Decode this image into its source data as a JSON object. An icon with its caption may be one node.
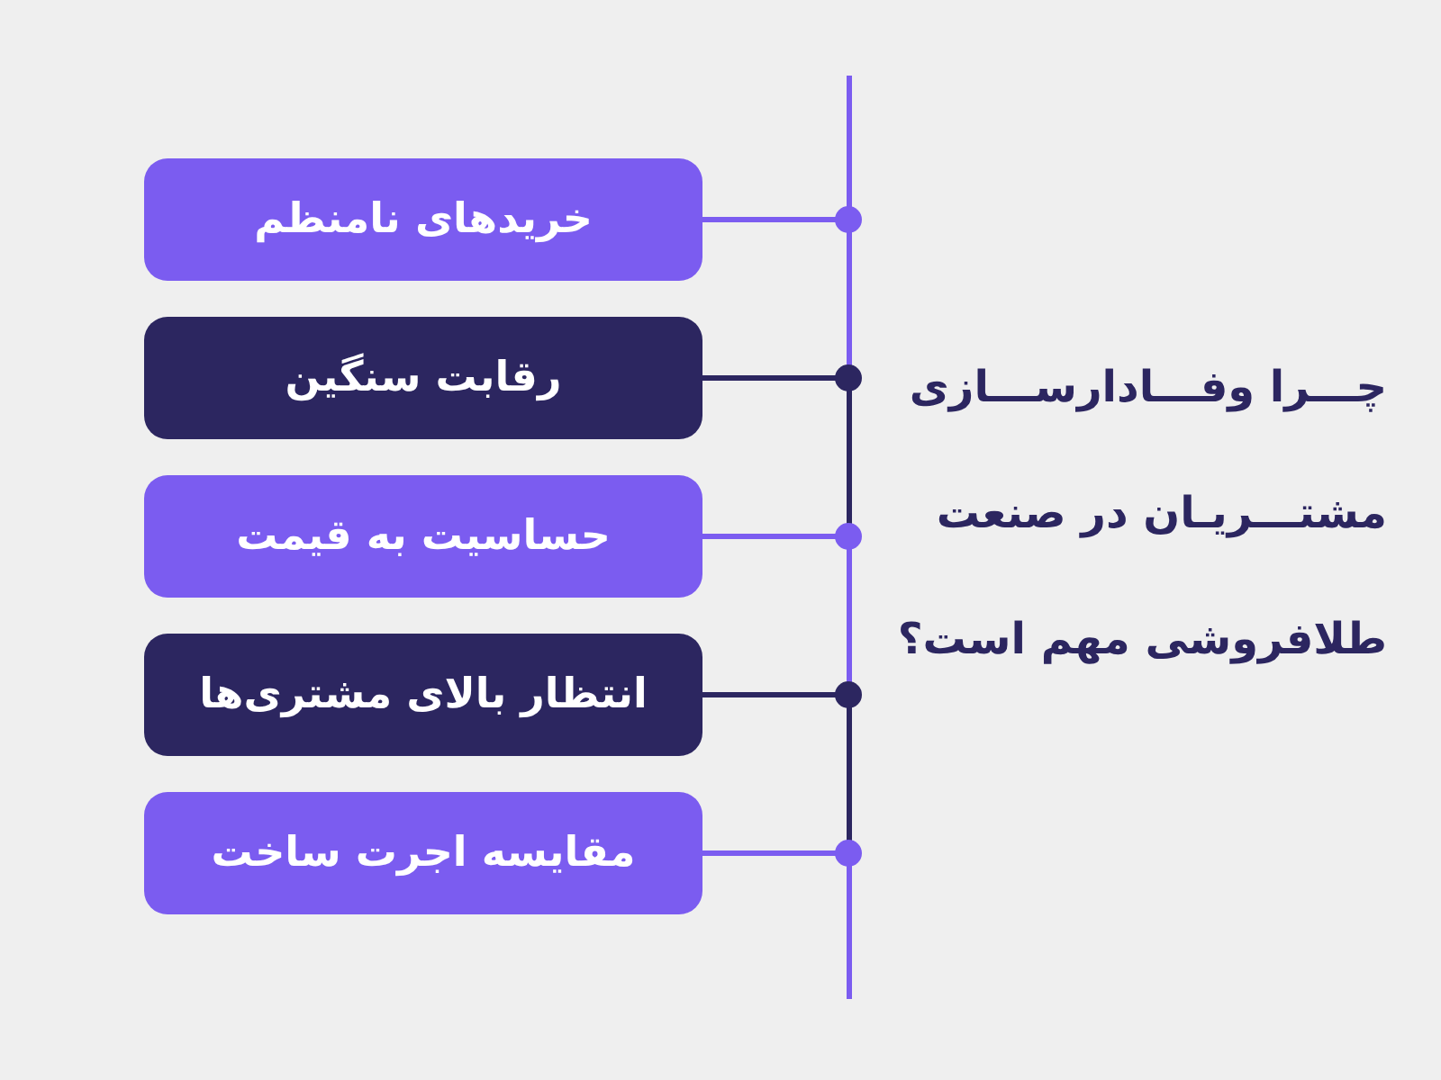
{
  "diagram": {
    "title": "چـــرا وفـــادارســـازی مشتـــریـان در صنعت طلافروشی مهم است؟",
    "nodes": [
      {
        "text": [
          "خریدهای نامنظم"
        ]
      },
      {
        "text": [
          "رقابت سنگین"
        ]
      },
      {
        "text": [
          "حساسیت به قیمت"
        ]
      },
      {
        "text": [
          "انتظار بالای مشتری‌ها"
        ]
      },
      {
        "text": [
          "مقایسه اجرت ساخت"
        ]
      },
      {
        "text": [],
        "shape": "bar"
      }
    ],
    "edges": [
      {
        "from": 0,
        "to": 5,
        "arrow": "other"
      },
      {
        "from": 1,
        "to": 5,
        "arrow": "other",
        "color": "#2c2660"
      },
      {
        "from": 2,
        "to": 5,
        "arrow": "other"
      },
      {
        "from": 3,
        "to": 5,
        "arrow": "other",
        "color": "#2c2660"
      },
      {
        "from": 4,
        "to": 5,
        "arrow": "other"
      }
    ]
  }
}
